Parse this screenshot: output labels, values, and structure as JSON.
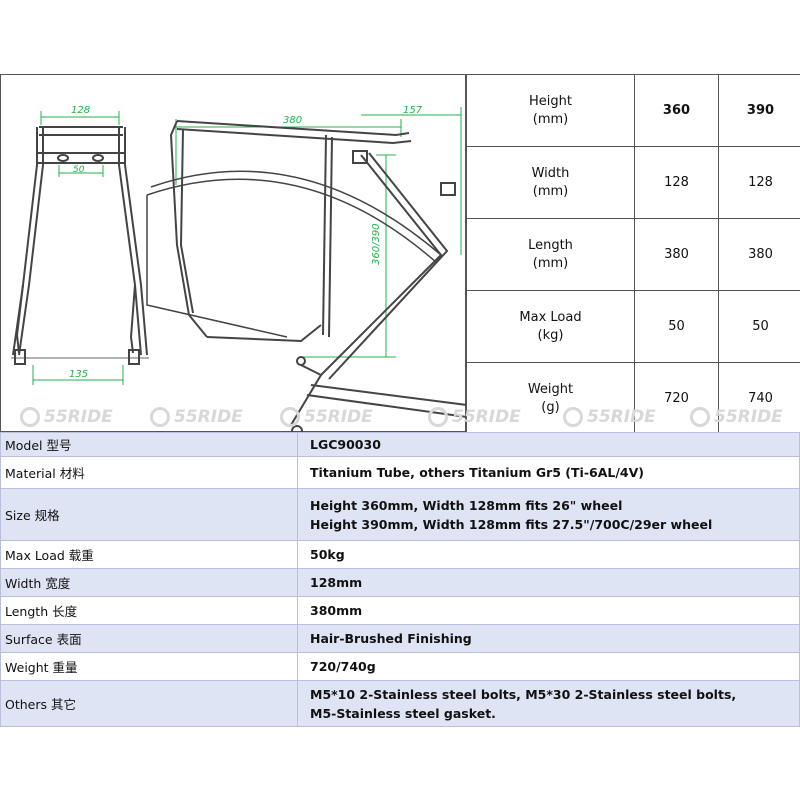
{
  "drawing": {
    "dims": [
      "128",
      "50",
      "135",
      "380",
      "157",
      "360/390"
    ],
    "watermark": "55RIDE"
  },
  "spec_table": {
    "columns": [
      "360",
      "390"
    ],
    "rows": [
      {
        "label": "Height",
        "unit": "(mm)",
        "values": [
          "360",
          "390"
        ]
      },
      {
        "label": "Width",
        "unit": "(mm)",
        "values": [
          "128",
          "128"
        ]
      },
      {
        "label": "Length",
        "unit": "(mm)",
        "values": [
          "380",
          "380"
        ]
      },
      {
        "label": "Max Load",
        "unit": "(kg)",
        "values": [
          "50",
          "50"
        ]
      },
      {
        "label": "Weight",
        "unit": "(g)",
        "values": [
          "720",
          "740"
        ]
      }
    ]
  },
  "details": [
    {
      "key": "Model 型号",
      "value": "LGC90030"
    },
    {
      "key": "Material 材料",
      "value": "Titanium Tube, others Titanium Gr5 (Ti-6AL/4V)"
    },
    {
      "key": "Size 规格",
      "value": "Height 360mm, Width 128mm fits 26\" wheel",
      "value2": "Height 390mm, Width 128mm fits 27.5\"/700C/29er wheel"
    },
    {
      "key": "Max Load 载重",
      "value": "50kg"
    },
    {
      "key": "Width 宽度",
      "value": "128mm"
    },
    {
      "key": "Length 长度",
      "value": "380mm"
    },
    {
      "key": "Surface 表面",
      "value": "Hair-Brushed Finishing"
    },
    {
      "key": "Weight 重量",
      "value": "720/740g"
    },
    {
      "key": "Others 其它",
      "value": "M5*10 2-Stainless steel bolts, M5*30 2-Stainless steel bolts,",
      "value2": "M5-Stainless steel gasket."
    }
  ],
  "colors": {
    "dimension": "#22b14c",
    "frame": "#444444",
    "row_shade": "#dfe4f4"
  }
}
